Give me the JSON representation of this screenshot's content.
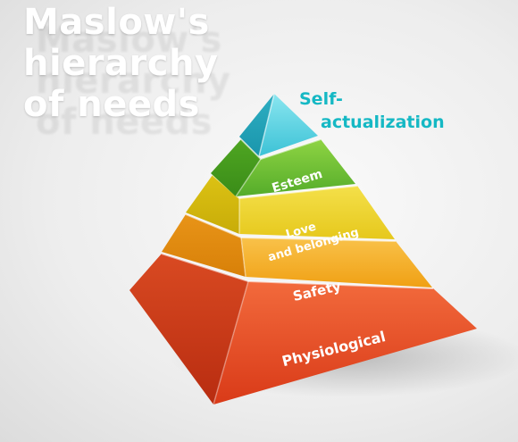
{
  "title": [
    "Maslow's",
    "hierarchy",
    "of needs"
  ],
  "levels": {
    "self_actualization": [
      "Self-",
      "actualization"
    ],
    "esteem": "Esteem",
    "love": [
      "Love",
      "and belonging"
    ],
    "safety": "Safety",
    "physiological": "Physiological"
  },
  "colors": {
    "self_actualization": "#3cc8d8",
    "esteem": "#5cb52f",
    "love": "#e8d22a",
    "safety": "#f0a318",
    "physiological": "#e0431f",
    "apex_label": "#15b8c4"
  }
}
